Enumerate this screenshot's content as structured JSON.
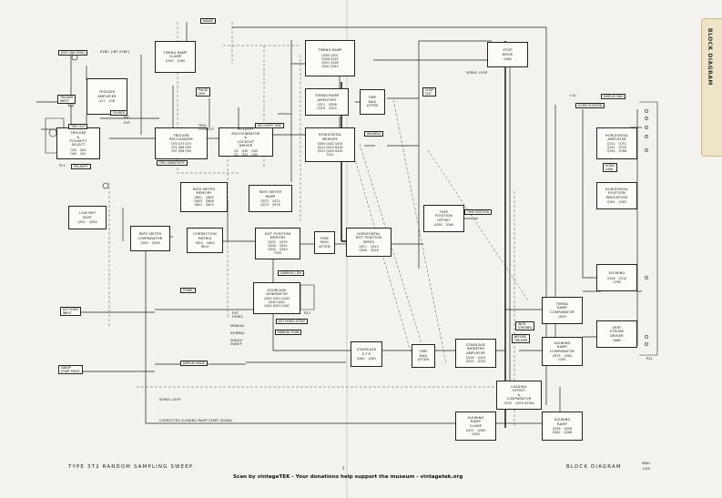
{
  "tab": {
    "label": "BLOCK DIAGRAM"
  },
  "footer": {
    "left": "TYPE 3T2 RANDOM SAMPLING SWEEP",
    "page": "5",
    "right": "BLOCK DIAGRAM",
    "code_1": "MBH",
    "code_2": "1/69"
  },
  "credit": "Scan by vintageTEK - Your donations help support the museum - vintagetek.org",
  "blocks": [
    {
      "id": "trigger-amplifier",
      "title": "TRIGGER\nAMPLIFIER",
      "parts": "Q11    Q16"
    },
    {
      "id": "trigger-polarity-select",
      "title": "TRIGGER\n&\nPOLARITY\nSELECT",
      "parts": "Q30    Q41\nQ40    Q41"
    },
    {
      "id": "timing-ramp-clamp",
      "title": "TIMING RAMP\nCLAMP",
      "parts": "Q150    Q160"
    },
    {
      "id": "trigger-recognizer",
      "title": "TRIGGER\nRECOGNIZER",
      "parts": "Q70 Q73 Q74\nQ72 Q86 Q95\nQ97 Q98 Q99"
    },
    {
      "id": "holdoff-multivibrator",
      "title": "HOLDOFF\nMULTIVIBRATOR\n&\nLOCKOUT\nDRIVER",
      "parts": "Q1    Q30    Q40\nQ1    Q32    Q45"
    },
    {
      "id": "timing-ramp",
      "title": "TIMING RAMP",
      "parts": "Q305 Q301\nQ306 Q325\nQ321 Q328\nQ341 Q343"
    },
    {
      "id": "stop-drive",
      "title": "STOP\nDRIVE",
      "parts": "Q380"
    },
    {
      "id": "timing-ramp-amplifier",
      "title": "TIMING RAMP\nAMPLIFIER",
      "parts": "Q311    Q308\nQ316    Q315"
    },
    {
      "id": "time-mag-atten-upper",
      "title": "TIME\nMAG\nATTEN",
      "parts": ""
    },
    {
      "id": "horizontal-memory",
      "title": "HORIZONTAL\nMEMORY",
      "parts": "Q400 Q402 Q404\nQ411 Q414 Q416\nQ417 Q429 Q430\nT410"
    },
    {
      "id": "rate-meter-memory",
      "title": "RATE METER\nMEMORY",
      "parts": "Q601    Q605\nQ603    Q608\nQ607    Q610"
    },
    {
      "id": "rate-meter-ramp",
      "title": "RATE METER\nRAMP",
      "parts": "Q572    Q574\nQ573    Q576"
    },
    {
      "id": "low-rep-rate",
      "title": "LOW REP\nRATE",
      "parts": "Q551    Q554"
    },
    {
      "id": "rate-meter-comparator",
      "title": "RATE METER\nCOMPARATOR",
      "parts": "Q591    Q595"
    },
    {
      "id": "correction-matrix",
      "title": "CORRECTION\nMATRIX",
      "parts": "Q615    Q620\nR614"
    },
    {
      "id": "dot-position-memory",
      "title": "DOT POSITION\nMEMORY",
      "parts": "Q531    Q535\nQ540    Q541\nQ542    Q543\nT550"
    },
    {
      "id": "time-mag-atten-middle",
      "title": "TIME\nMAG\nATTEN",
      "parts": ""
    },
    {
      "id": "horizontal-dot-position-servo",
      "title": "HORIZONTAL\nDOT POSITION\nSERVO",
      "parts": "Q511    Q515\nQ506    Q516"
    },
    {
      "id": "time-position-offset",
      "title": "TIME\nPOSITION\nOFFSET",
      "parts": "Q356    Q360"
    },
    {
      "id": "staircase-generator",
      "title": "STAIRCASE\nGENERATOR",
      "parts": "Q401 Q431 Q443\nQ440 Q441\nQ441 Q451 Q447"
    },
    {
      "id": "staircase-efs",
      "title": "STAIRCASE\nE F'S",
      "parts": "Q460    Q461"
    },
    {
      "id": "time-mag-atten-lower",
      "title": "TIME\nMAG\nATTEN",
      "parts": ""
    },
    {
      "id": "staircase-inverter-amplifier",
      "title": "STAIRCASE\nINVERTER\nAMPLIFIER",
      "parts": "Q318    Q324\nQ323    Q325"
    },
    {
      "id": "timing-ramp-comparator",
      "title": "TIMING\nRAMP\nCOMPARATOR",
      "parts": "Q870"
    },
    {
      "id": "slewing-ramp-comparator",
      "title": "SLEWING\nRAMP\nCOMPARATOR",
      "parts": "Q375    Q384\nQ391"
    },
    {
      "id": "leading-offset-comparator",
      "title": "LEADING\nOFFSET\n&\nCOMPARATOR",
      "parts": "Q375    Q376 Q376A"
    },
    {
      "id": "slewing-ramp-clamp",
      "title": "SLEWING\nRAMP\nCLAMP",
      "parts": "Q370    Q363\nQ354"
    },
    {
      "id": "slewing-ramp",
      "title": "SLEWING\nRAMP",
      "parts": "Q356    Q358\nQ362    Q368"
    },
    {
      "id": "horizontal-amplifier",
      "title": "HORIZONTAL\nAMPLIFIER",
      "parts": "Q741    Q751\nQ744    Q755\nQ760    Q768"
    },
    {
      "id": "horizontal-position-indicators",
      "title": "HORIZONTAL\nPOSITION\nINDICATORS",
      "parts": "Q761    Q763"
    },
    {
      "id": "slewing",
      "title": "SLEWING",
      "parts": "Q706    Q710\nQ760"
    },
    {
      "id": "vert-strobe-driver",
      "title": "VERT\nSTROBE\nDRIVER",
      "parts": "Q680"
    }
  ],
  "labels": {
    "range": "RANGE",
    "ext_sync": "(EXT LINE SYNC)",
    "int_sync": "(INT SYNC)",
    "trigger_input": "TRIGGER\nINPUT",
    "trigger_out": "TRIG OUT",
    "source": "SOURCE",
    "int": "INT",
    "ext": "EXT",
    "pulse_gen": "PULSE\nGEN",
    "trig_lockout": "TRIG\nLOCKOUT",
    "recovery_time": "RECOVERY TIME",
    "servo_loop": "SERVO LOOP",
    "chop_out": "CHOP\nOUT",
    "invisible": "INVISIBLE",
    "time_position": "TIME POSITION",
    "trig_sensitivity": "TRIG SENSITIVITY",
    "polarity": "POLARITY",
    "p21": "P21",
    "samples_div": "SAMPLES / DIV",
    "p22": "P22",
    "stabil": "STABIL",
    "ext_horiz_input": "EXT HORIZ\nINPUT",
    "ext_horiz": "EXT\nHORIZ",
    "ext_horiz_atten": "EXT HORIZ ATTEN",
    "manual": "MANUAL",
    "normal": "NORMAL",
    "single_sweep": "SINGLE\nSWEEP",
    "manual_scan": "MANUAL SCAN",
    "display_mode": "DISPLAY MODE",
    "sweep_start_point": "SWEEP\nSTART POINT",
    "servo_loop_2": "SERVO LOOP",
    "corrected_signal": "CORRECTED SLEWING RAMP START SIGNAL",
    "with_strobes": "WITH\nSTROBES",
    "before_trigger": "BEFORE\nTRIGGER",
    "display_mag": "DISPLAY MAG",
    "horiz_position": "HORIZ POSITION",
    "one_ten_v": "+1V",
    "horiz_gain": "HORIZ\nGAIN",
    "p21_right": "P21",
    "sync": "SYNC"
  }
}
